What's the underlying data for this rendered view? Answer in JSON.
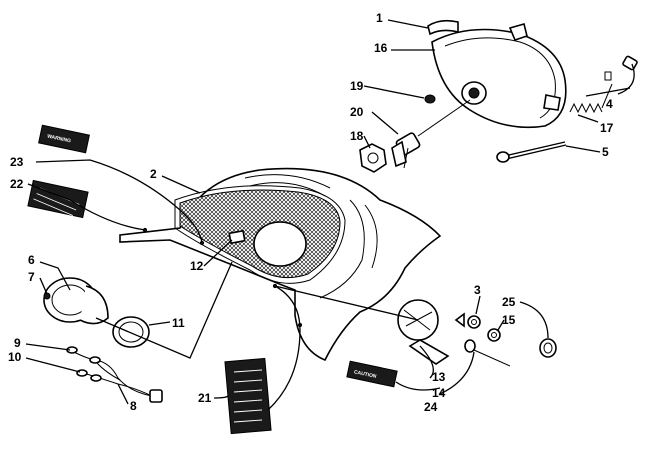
{
  "callouts": [
    "1",
    "2",
    "3",
    "4",
    "5",
    "6",
    "7",
    "8",
    "9",
    "10",
    "11",
    "12",
    "13",
    "14",
    "15",
    "16",
    "17",
    "18",
    "19",
    "20",
    "21",
    "22",
    "23",
    "24",
    "25"
  ],
  "decals": {
    "warning_small": "WARNING",
    "caution_small": "CAUTION"
  },
  "colors": {
    "ink": "#000000",
    "paper": "#ffffff"
  }
}
